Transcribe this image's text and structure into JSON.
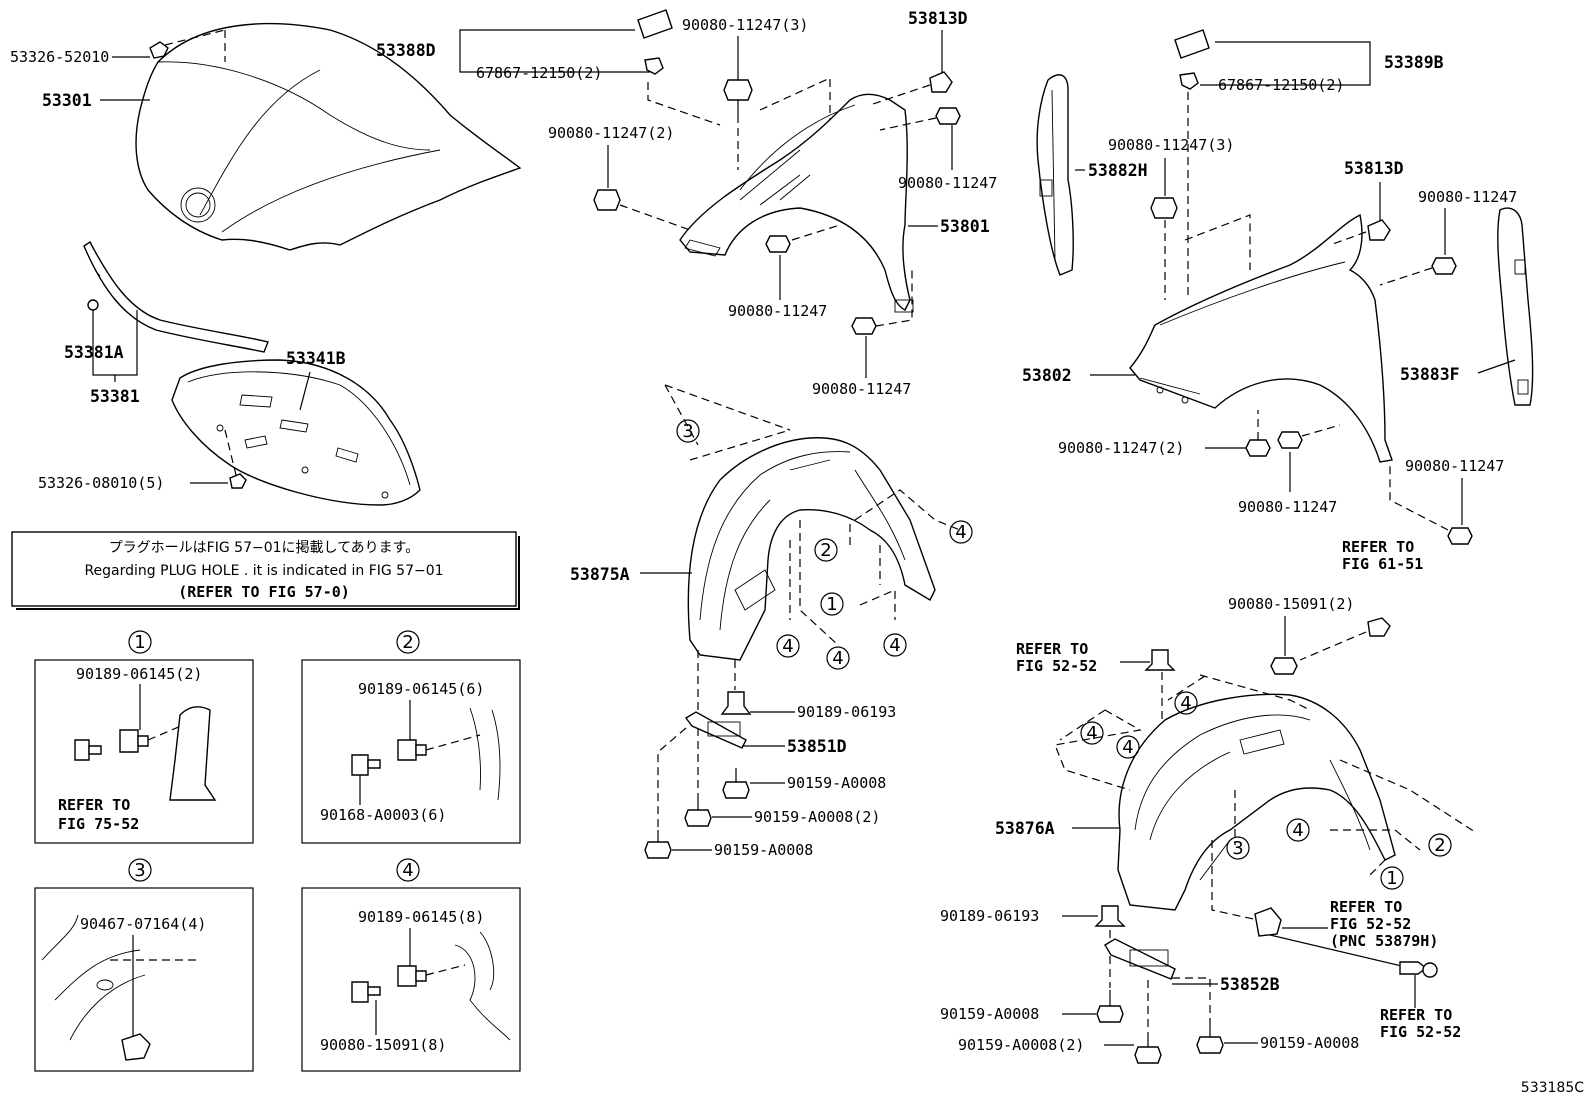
{
  "labels": {
    "l53326_52010": "53326-52010",
    "l53301": "53301",
    "l53388D": "53388D",
    "l90080_11247_3a": "90080-11247(3)",
    "l67867_12150_2a": "67867-12150(2)",
    "l53813D_a": "53813D",
    "l90080_11247_2a": "90080-11247(2)",
    "l90080_11247_a": "90080-11247",
    "l53801": "53801",
    "l90080_11247_b": "90080-11247",
    "l90080_11247_c": "90080-11247",
    "l53381A": "53381A",
    "l53381": "53381",
    "l53341B": "53341B",
    "l53326_08010_5": "53326-08010(5)",
    "l53389B": "53389B",
    "l67867_12150_2b": "67867-12150(2)",
    "l90080_11247_3b": "90080-11247(3)",
    "l53882H": "53882H",
    "l53813D_b": "53813D",
    "l90080_11247_d": "90080-11247",
    "l53802": "53802",
    "l53883F": "53883F",
    "l90080_11247_2b": "90080-11247(2)",
    "l90080_11247_e": "90080-11247",
    "l90080_11247_f": "90080-11247",
    "l53875A": "53875A",
    "l90189_06193_a": "90189-06193",
    "l53851D": "53851D",
    "l90159_A0008_a": "90159-A0008",
    "l90159_A0008_2a": "90159-A0008(2)",
    "l90159_A0008_b": "90159-A0008",
    "l90080_15091_2": "90080-15091(2)",
    "l53876A": "53876A",
    "l90189_06193_b": "90189-06193",
    "l53852B": "53852B",
    "l90159_A0008_c": "90159-A0008",
    "l90159_A0008_2b": "90159-A0008(2)",
    "l90159_A0008_d": "90159-A0008",
    "d1_part": "90189-06145(2)",
    "d2_part1": "90189-06145(6)",
    "d2_part2": "90168-A0003(6)",
    "d3_part": "90467-07164(4)",
    "d4_part1": "90189-06145(8)",
    "d4_part2": "90080-15091(8)",
    "drawing_no": "533185C"
  },
  "refers": {
    "r1_line1": "REFER TO",
    "r1_line2": "FIG 61-51",
    "r2_line1": "REFER TO",
    "r2_line2": "FIG 52-52",
    "r3_line1": "REFER TO",
    "r3_line2": "FIG 52-52",
    "r3_line3": "(PNC 53879H)",
    "r4_line1": "REFER TO",
    "r4_line2": "FIG 52-52",
    "r5_line1": "REFER TO",
    "r5_line2": "FIG 75-52"
  },
  "note": {
    "jp": "プラグホールはFIG 57−01に掲載してあります。",
    "en": "Regarding  PLUG  HOLE . it is indicated in  FIG  57−01",
    "refer": "(REFER TO FIG 57-0)"
  },
  "markers": {
    "m1": "1",
    "m2": "2",
    "m3": "3",
    "m4": "4"
  }
}
